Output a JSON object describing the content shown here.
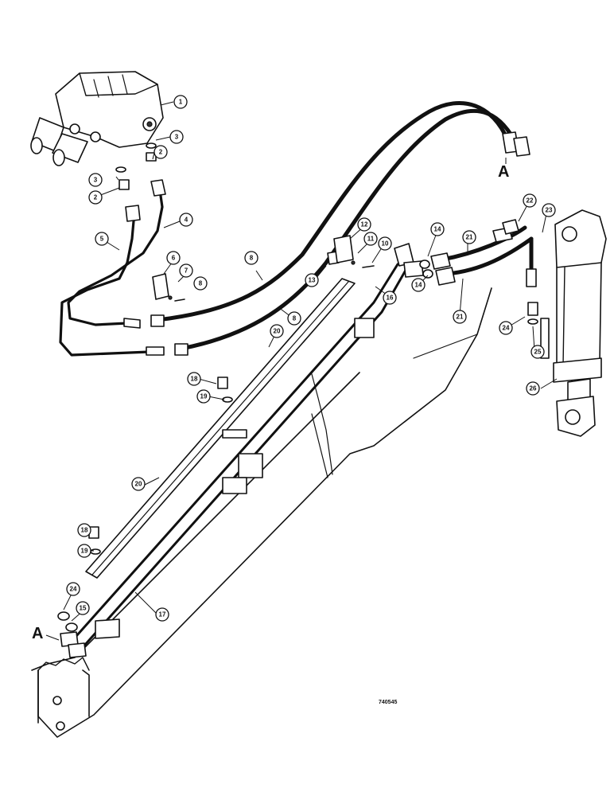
{
  "diagram": {
    "connection_marks": [
      {
        "id": "upper",
        "text": "A"
      },
      {
        "id": "lower",
        "text": "A"
      }
    ],
    "drawing_code": "740545",
    "callouts": [
      {
        "id": "c1",
        "label": "1"
      },
      {
        "id": "c2a",
        "label": "2"
      },
      {
        "id": "c3a",
        "label": "3"
      },
      {
        "id": "c3b",
        "label": "3"
      },
      {
        "id": "c2b",
        "label": "2"
      },
      {
        "id": "c4",
        "label": "4"
      },
      {
        "id": "c5",
        "label": "5"
      },
      {
        "id": "c6",
        "label": "6"
      },
      {
        "id": "c7",
        "label": "7"
      },
      {
        "id": "c8s",
        "label": "8"
      },
      {
        "id": "c8a",
        "label": "8"
      },
      {
        "id": "c8b",
        "label": "8"
      },
      {
        "id": "c12",
        "label": "12"
      },
      {
        "id": "c11",
        "label": "11"
      },
      {
        "id": "c10",
        "label": "10"
      },
      {
        "id": "c13",
        "label": "13"
      },
      {
        "id": "c14a",
        "label": "14"
      },
      {
        "id": "c14b",
        "label": "14"
      },
      {
        "id": "c16",
        "label": "16"
      },
      {
        "id": "c20a",
        "label": "20"
      },
      {
        "id": "c21a",
        "label": "21"
      },
      {
        "id": "c21b",
        "label": "21"
      },
      {
        "id": "c22",
        "label": "22"
      },
      {
        "id": "c23",
        "label": "23"
      },
      {
        "id": "c24a",
        "label": "24"
      },
      {
        "id": "c25",
        "label": "25"
      },
      {
        "id": "c26",
        "label": "26"
      },
      {
        "id": "c18a",
        "label": "18"
      },
      {
        "id": "c19a",
        "label": "19"
      },
      {
        "id": "c20b",
        "label": "20"
      },
      {
        "id": "c18b",
        "label": "18"
      },
      {
        "id": "c19b",
        "label": "19"
      },
      {
        "id": "c24b",
        "label": "24"
      },
      {
        "id": "c15",
        "label": "15"
      },
      {
        "id": "c17",
        "label": "17"
      }
    ]
  }
}
